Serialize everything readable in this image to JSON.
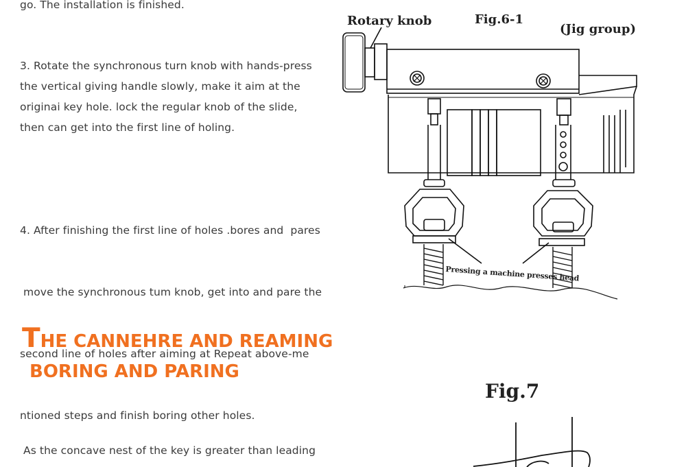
{
  "paragraph_top": {
    "lines": [
      "go. The installation is finished."
    ]
  },
  "step3": {
    "lines": [
      "3. Rotate the synchronous turn knob with hands-press",
      "the vertical giving handle slowly, make it aim at the",
      "originai key hole. lock the regular knob of the slide,",
      "then can get into the first line of holing."
    ]
  },
  "step4": {
    "lines": [
      "4. After finishing the first line of holes .bores and  pares",
      " move the synchronous tum knob, get into and pare the",
      "second line of holes after aiming at Repeat above-me",
      "ntioned steps and finish boring other holes."
    ]
  },
  "section": {
    "heading_first_letter": "T",
    "heading_rest": "HE CANNEHRE AND REAMING",
    "heading_line2": "BORING AND PARING",
    "intro": "As the concave nest of the key is greater than leading"
  },
  "fig6": {
    "title": "Fig.6-1",
    "rotary_knob_label": "Rotary knob",
    "jig_group_label": "(Jig group)",
    "press_head_label": "Pressing a machine presses head"
  },
  "fig7": {
    "title": "Fig.7"
  },
  "colors": {
    "heading": "#f07020",
    "body_text": "#3a3a3a",
    "drawing": "#111111"
  }
}
